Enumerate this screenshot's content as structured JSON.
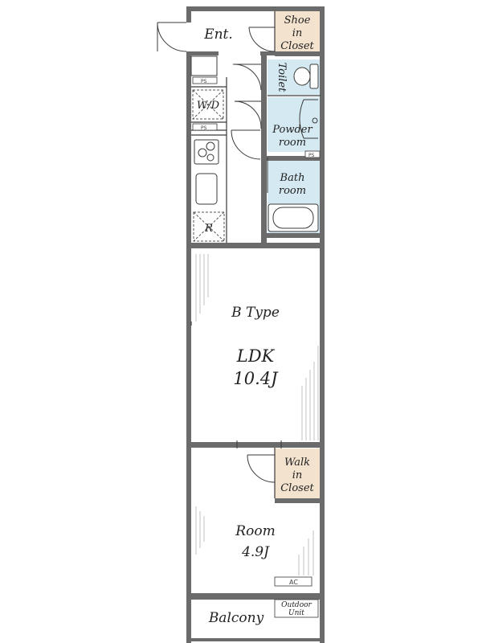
{
  "plan": {
    "type_label": "B Type",
    "colors": {
      "wall": "#6b6b6b",
      "line": "#3a3a3a",
      "wet_area": "#d4e9f2",
      "closet": "#f3e2cd"
    },
    "rooms": {
      "entrance": "Ent.",
      "shoe_closet": [
        "Shoe",
        "in",
        "Closet"
      ],
      "toilet": "Toilet",
      "washer": "W/D",
      "powder_room": [
        "Powder",
        "room"
      ],
      "bath_room": [
        "Bath",
        "room"
      ],
      "refrigerator": "R",
      "ldk": [
        "LDK",
        "10.4J"
      ],
      "walk_in_closet": [
        "Walk",
        "in",
        "Closet"
      ],
      "room": [
        "Room",
        "4.9J"
      ],
      "balcony": "Balcony",
      "outdoor_unit": [
        "Outdoor",
        "Unit"
      ]
    },
    "markers": {
      "ps": "PS",
      "ac": "AC"
    }
  }
}
